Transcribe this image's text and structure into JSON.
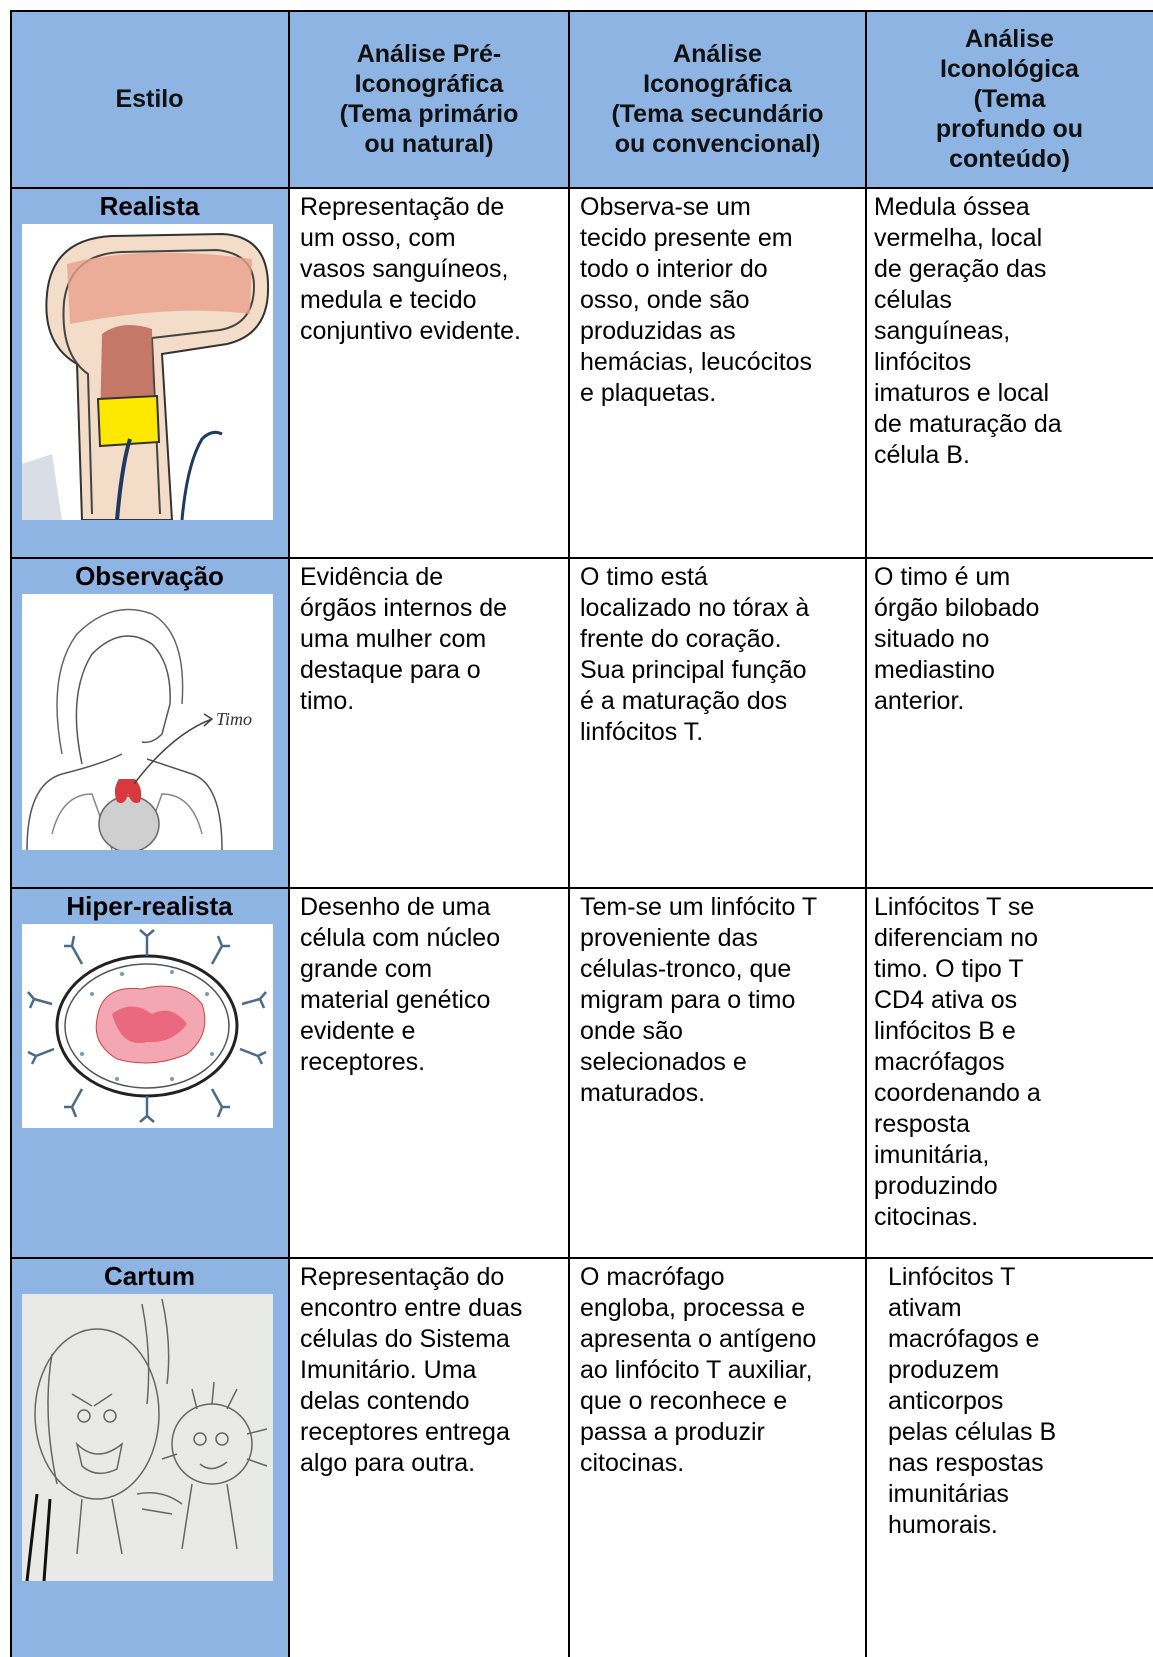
{
  "header": {
    "style": "Estilo",
    "pre": [
      "Análise Pré-",
      "Iconográfica",
      "(Tema primário",
      "ou natural)"
    ],
    "icono": [
      "Análise",
      "Iconográfica",
      "(Tema secundário",
      "ou convencional)"
    ],
    "iconol": [
      "Análise",
      "Iconológica",
      "(Tema",
      "profundo ou",
      "conteúdo)"
    ]
  },
  "rows": [
    {
      "style": "Realista",
      "image": "bone-marrow-drawing",
      "pre": [
        "Representação de",
        "um osso, com",
        "vasos sanguíneos,",
        "medula e tecido",
        "conjuntivo evidente."
      ],
      "icono": [
        "Observa-se um",
        "tecido presente em",
        "todo o interior do",
        "osso, onde são",
        "produzidas as",
        "hemácias, leucócitos",
        "e plaquetas."
      ],
      "iconol": [
        "Medula óssea",
        "vermelha, local",
        "de geração das",
        "células",
        "sanguíneas,",
        "linfócitos",
        "imaturos e local",
        "de maturação da",
        "célula B."
      ]
    },
    {
      "style": "Observação",
      "image": "woman-thymus-drawing",
      "image_label": "Timo",
      "pre": [
        "Evidência de",
        "órgãos internos de",
        "uma mulher com",
        "destaque para o",
        "timo."
      ],
      "icono": [
        "O timo está",
        "localizado no tórax à",
        "frente do coração.",
        "Sua principal função",
        "é a maturação dos",
        "linfócitos T."
      ],
      "iconol": [
        "O timo é um",
        "órgão bilobado",
        "situado no",
        "mediastino",
        "anterior."
      ]
    },
    {
      "style": "Hiper-realista",
      "image": "lymphocyte-cell-drawing",
      "pre": [
        "Desenho de uma",
        "célula com núcleo",
        "grande com",
        "material genético",
        "evidente e",
        "receptores."
      ],
      "icono": [
        "Tem-se um linfócito T",
        "proveniente das",
        "células-tronco, que",
        "migram para o timo",
        "onde são",
        "selecionados e",
        "maturados."
      ],
      "iconol": [
        "Linfócitos T se",
        "diferenciam no",
        "timo. O tipo T",
        "CD4 ativa os",
        "linfócitos B e",
        "macrófagos",
        "coordenando a",
        "resposta",
        "imunitária,",
        "produzindo",
        "citocinas."
      ]
    },
    {
      "style": "Cartum",
      "image": "cartoon-cells-drawing",
      "pre": [
        "Representação do",
        "encontro entre duas",
        "células do Sistema",
        "Imunitário. Uma",
        "delas contendo",
        "receptores entrega",
        "algo para outra."
      ],
      "icono": [
        "O macrófago",
        "engloba, processa e",
        "apresenta o antígeno",
        "ao linfócito T auxiliar,",
        "que o reconhece e",
        "passa a produzir",
        "citocinas."
      ],
      "iconol": [
        "Linfócitos T",
        "ativam",
        "macrófagos e",
        "produzem",
        "anticorpos",
        "pelas células B",
        "nas respostas",
        "imunitárias",
        "humorais."
      ]
    }
  ]
}
